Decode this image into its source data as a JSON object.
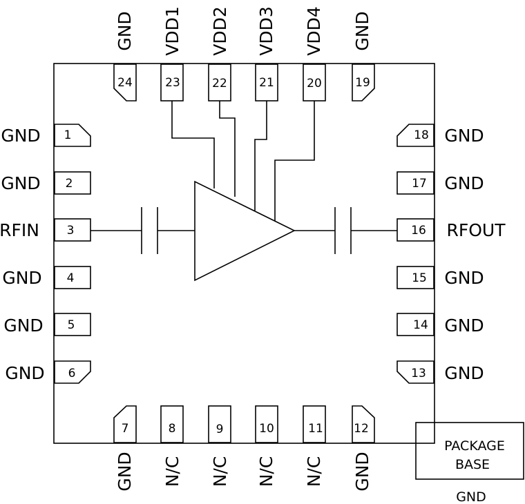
{
  "pins": {
    "left": [
      {
        "num": "1",
        "label": "GND"
      },
      {
        "num": "2",
        "label": "GND"
      },
      {
        "num": "3",
        "label": "RFIN"
      },
      {
        "num": "4",
        "label": "GND"
      },
      {
        "num": "5",
        "label": "GND"
      },
      {
        "num": "6",
        "label": "GND"
      }
    ],
    "right": [
      {
        "num": "18",
        "label": "GND"
      },
      {
        "num": "17",
        "label": "GND"
      },
      {
        "num": "16",
        "label": "RFOUT"
      },
      {
        "num": "15",
        "label": "GND"
      },
      {
        "num": "14",
        "label": "GND"
      },
      {
        "num": "13",
        "label": "GND"
      }
    ],
    "top": [
      {
        "num": "24",
        "label": "GND"
      },
      {
        "num": "23",
        "label": "VDD1"
      },
      {
        "num": "22",
        "label": "VDD2"
      },
      {
        "num": "21",
        "label": "VDD3"
      },
      {
        "num": "20",
        "label": "VDD4"
      },
      {
        "num": "19",
        "label": "GND"
      }
    ],
    "bottom": [
      {
        "num": "7",
        "label": "GND"
      },
      {
        "num": "8",
        "label": "N/C"
      },
      {
        "num": "9",
        "label": "N/C"
      },
      {
        "num": "10",
        "label": "N/C"
      },
      {
        "num": "11",
        "label": "N/C"
      },
      {
        "num": "12",
        "label": "GND"
      }
    ]
  },
  "package_base": {
    "line1": "PACKAGE",
    "line2": "BASE",
    "label": "GND"
  }
}
